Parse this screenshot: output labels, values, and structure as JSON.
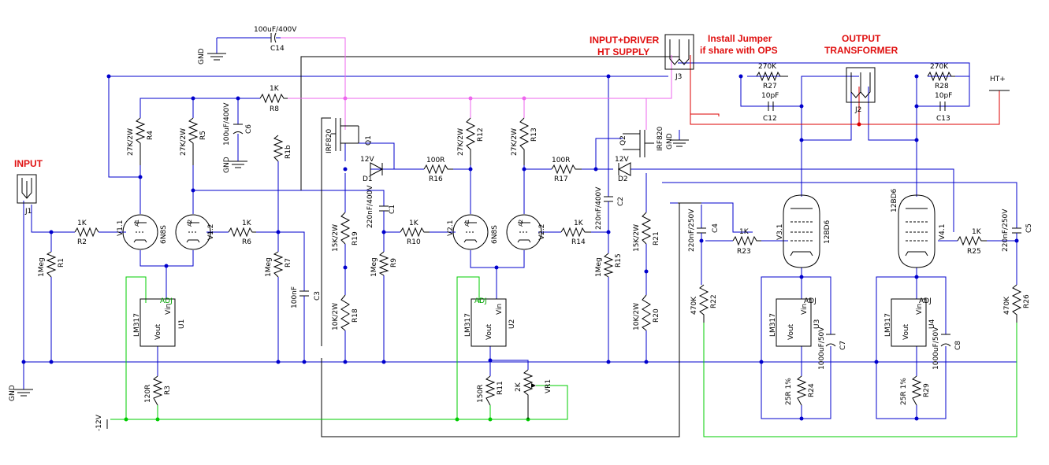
{
  "labels": {
    "input": "INPUT",
    "gnd": "GND",
    "neg12": "-12V",
    "ht_supply_1": "INPUT+DRIVER",
    "ht_supply_2": "HT SUPPLY",
    "jumper_1": "Install Jumper",
    "jumper_2": "if share with OPS",
    "output_1": "OUTPUT",
    "output_2": "TRANSFORMER",
    "ht_plus": "HT+"
  },
  "connectors": {
    "j1": "J1",
    "j2": "J2",
    "j3": "J3"
  },
  "capacitors": {
    "c14": {
      "value": "100uF/400V",
      "ref": "C14"
    },
    "c6": {
      "value": "100uF/400V",
      "ref": "C6"
    },
    "c1": {
      "value": "220nF/400V",
      "ref": "C1"
    },
    "c2": {
      "value": "220nF/400V",
      "ref": "C2"
    },
    "c3": {
      "value": "100nF",
      "ref": "C3"
    },
    "c4": {
      "value": "220nF/250V",
      "ref": "C4"
    },
    "c5": {
      "value": "220nF/250V",
      "ref": "C5"
    },
    "c7": {
      "value": "1000uF/50V",
      "ref": "C7"
    },
    "c8": {
      "value": "1000uF/50V",
      "ref": "C8"
    },
    "c12": {
      "value": "10pF",
      "ref": "C12"
    },
    "c13": {
      "value": "10pF",
      "ref": "C13"
    }
  },
  "resistors": {
    "r1": {
      "value": "1Meg",
      "ref": "R1"
    },
    "r2": {
      "value": "1K",
      "ref": "R2"
    },
    "r3": {
      "value": "120R",
      "ref": "R3"
    },
    "r4": {
      "value": "27K/2W",
      "ref": "R4"
    },
    "r5": {
      "value": "27K/2W",
      "ref": "R5"
    },
    "r6": {
      "value": "1K",
      "ref": "R6"
    },
    "r7": {
      "value": "1Meg",
      "ref": "R7"
    },
    "r8": {
      "value": "1K",
      "ref": "R8"
    },
    "r9": {
      "value": "1Meg",
      "ref": "R9"
    },
    "r10": {
      "value": "1K",
      "ref": "R10"
    },
    "r11": {
      "value": "150R",
      "ref": "R11"
    },
    "r12": {
      "value": "27K/2W",
      "ref": "R12"
    },
    "r13": {
      "value": "27K/2W",
      "ref": "R13"
    },
    "r14": {
      "value": "1K",
      "ref": "R14"
    },
    "r15": {
      "value": "1Meg",
      "ref": "R15"
    },
    "r16": {
      "value": "100R",
      "ref": "R16"
    },
    "r17": {
      "value": "100R",
      "ref": "R17"
    },
    "r18": {
      "value": "10K/2W",
      "ref": "R18"
    },
    "r19": {
      "value": "15K/2W",
      "ref": "R19"
    },
    "r20": {
      "value": "10K/2W",
      "ref": "R20"
    },
    "r21": {
      "value": "15K/2W",
      "ref": "R21"
    },
    "r22": {
      "value": "470K",
      "ref": "R22"
    },
    "r23": {
      "value": "1K",
      "ref": "R23"
    },
    "r24": {
      "value": "25R 1%",
      "ref": "R24"
    },
    "r25": {
      "value": "1K",
      "ref": "R25"
    },
    "r26": {
      "value": "470K",
      "ref": "R26"
    },
    "r27": {
      "value": "270K",
      "ref": "R27"
    },
    "r28": {
      "value": "270K",
      "ref": "R28"
    },
    "r29": {
      "value": "25R 1%",
      "ref": "R29"
    },
    "r1b": {
      "ref": "R1b"
    },
    "vr1": {
      "value": "2K",
      "ref": "VR1"
    }
  },
  "tubes": {
    "v1_1": {
      "ref": "V1.1",
      "type": "6N8S"
    },
    "v1_2": {
      "ref": "V1.2",
      "type": "6N8S"
    },
    "v2_1": {
      "ref": "V2.1",
      "type": "6N8S"
    },
    "v2_2": {
      "ref": "V2.2",
      "type": "6N8S"
    },
    "v3_1": {
      "ref": "V3.1",
      "type": "12BD6"
    },
    "v4_1": {
      "ref": "V4.1",
      "type": "12BD6"
    }
  },
  "pin_labels": {
    "a1": "A1",
    "a2": "A2",
    "g1": "G1",
    "g2": "G2",
    "k1": "K1",
    "k2": "K2"
  },
  "regulators": {
    "type": "LM317",
    "adj": "ADJ",
    "vin": "Vin",
    "vout": "Vout",
    "u1": "U1",
    "u2": "U2",
    "u3": "U3",
    "u4": "U4"
  },
  "mosfets": {
    "q1": {
      "ref": "Q1",
      "type": "IRF820"
    },
    "q2": {
      "ref": "Q2",
      "type": "IRF820"
    }
  },
  "diodes": {
    "d1": {
      "ref": "D1",
      "value": "12V"
    },
    "d2": {
      "ref": "D2",
      "value": "12V"
    }
  }
}
